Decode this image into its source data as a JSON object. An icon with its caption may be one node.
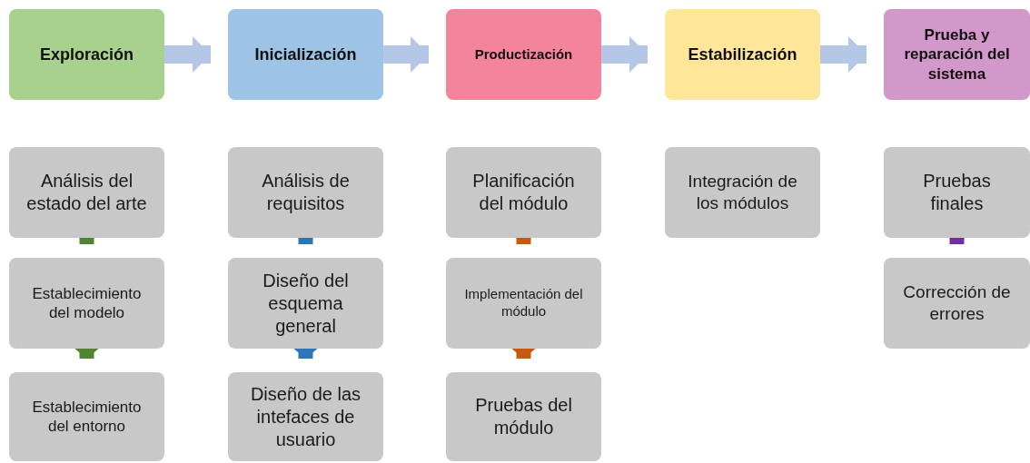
{
  "diagram": {
    "nodes": [
      {
        "text": [
          "Exploración"
        ]
      },
      {
        "text": [
          "Inicialización"
        ]
      },
      {
        "text": [
          "Productización"
        ]
      },
      {
        "text": [
          "Estabilización"
        ]
      },
      {
        "text": [
          "Prueba y reparación del sistema"
        ]
      },
      {
        "text": [
          "Análisis del estado del arte"
        ]
      },
      {
        "text": [
          "Establecimiento del modelo"
        ]
      },
      {
        "text": [
          "Establecimiento del entorno"
        ]
      },
      {
        "text": [
          "Análisis de requisitos"
        ]
      },
      {
        "text": [
          "Diseño del esquema general"
        ]
      },
      {
        "text": [
          "Diseño de las intefaces de usuario"
        ]
      },
      {
        "text": [
          "Planificación del módulo"
        ]
      },
      {
        "text": [
          "Implementación del módulo"
        ]
      },
      {
        "text": [
          "Pruebas del módulo"
        ]
      },
      {
        "text": [
          "Integración de los módulos"
        ]
      },
      {
        "text": [
          "Pruebas finales"
        ]
      },
      {
        "text": [
          "Corrección de errores"
        ]
      }
    ],
    "edges": [
      {
        "from": 0,
        "to": 1,
        "arrow": "to",
        "color": "#b4c7e7"
      },
      {
        "from": 1,
        "to": 2,
        "arrow": "to",
        "color": "#b4c7e7"
      },
      {
        "from": 2,
        "to": 3,
        "arrow": "to",
        "color": "#b4c7e7"
      },
      {
        "from": 3,
        "to": 4,
        "arrow": "to",
        "color": "#b4c7e7"
      },
      {
        "from": 5,
        "to": 6,
        "arrow": "to",
        "color": "#548235"
      },
      {
        "from": 6,
        "to": 7,
        "arrow": "to",
        "color": "#548235"
      },
      {
        "from": 8,
        "to": 9,
        "arrow": "to",
        "color": "#2e75b6"
      },
      {
        "from": 9,
        "to": 10,
        "arrow": "to",
        "color": "#2e75b6"
      },
      {
        "from": 11,
        "to": 12,
        "arrow": "to",
        "color": "#c55a11"
      },
      {
        "from": 12,
        "to": 13,
        "arrow": "to",
        "color": "#c55a11"
      },
      {
        "from": 15,
        "to": 16,
        "arrow": "to",
        "color": "#7030a0"
      }
    ]
  }
}
